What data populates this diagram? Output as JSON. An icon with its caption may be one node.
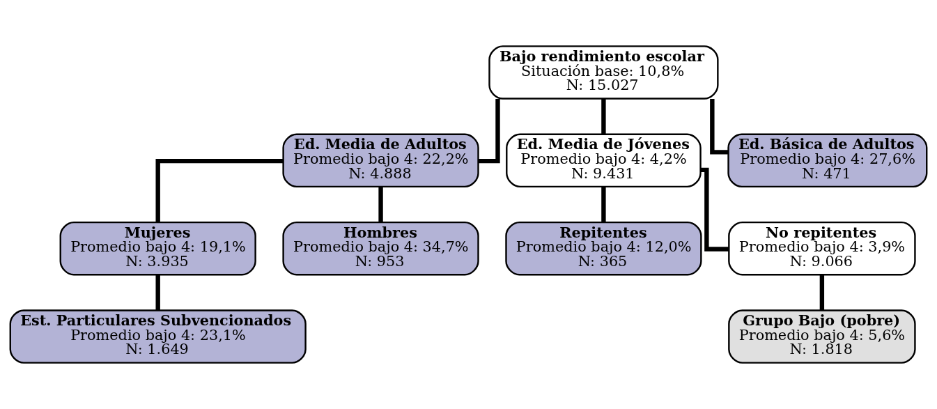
{
  "diagram": {
    "nodes": [
      {
        "text": [
          "Bajo rendimiento escolar",
          "Situación base: 10,8%",
          "N: 15.027"
        ]
      },
      {
        "text": [
          "Ed. Media de Adultos",
          "Promedio bajo 4: 22,2%",
          "N: 4.888"
        ]
      },
      {
        "text": [
          "Ed. Media de Jóvenes",
          "Promedio bajo 4: 4,2%",
          "N: 9.431"
        ]
      },
      {
        "text": [
          "Ed. Básica de Adultos",
          "Promedio bajo 4: 27,6%",
          "N: 471"
        ]
      },
      {
        "text": [
          "Mujeres",
          "Promedio bajo 4: 19,1%",
          "N: 3.935"
        ]
      },
      {
        "text": [
          "Hombres",
          "Promedio bajo 4: 34,7%",
          "N: 953"
        ]
      },
      {
        "text": [
          "Repitentes",
          "Promedio bajo 4: 12,0%",
          "N: 365"
        ]
      },
      {
        "text": [
          "No repitentes",
          "Promedio bajo 4: 3,9%",
          "N: 9.066"
        ]
      },
      {
        "text": [
          "Est. Particulares Subvencionados",
          "Promedio bajo 4: 23,1%",
          "N: 1.649"
        ]
      },
      {
        "text": [
          "Grupo Bajo (pobre)",
          "Promedio bajo 4: 5,6%",
          "N: 1.818"
        ]
      }
    ],
    "edges": [
      {
        "from": 0,
        "to": 1,
        "arrow": "none"
      },
      {
        "from": 0,
        "to": 2,
        "arrow": "none"
      },
      {
        "from": 0,
        "to": 3,
        "arrow": "none"
      },
      {
        "from": 1,
        "to": 4,
        "arrow": "none"
      },
      {
        "from": 1,
        "to": 5,
        "arrow": "none"
      },
      {
        "from": 2,
        "to": 6,
        "arrow": "none"
      },
      {
        "from": 2,
        "to": 7,
        "arrow": "none"
      },
      {
        "from": 4,
        "to": 8,
        "arrow": "none"
      },
      {
        "from": 7,
        "to": 9,
        "arrow": "none"
      }
    ]
  }
}
